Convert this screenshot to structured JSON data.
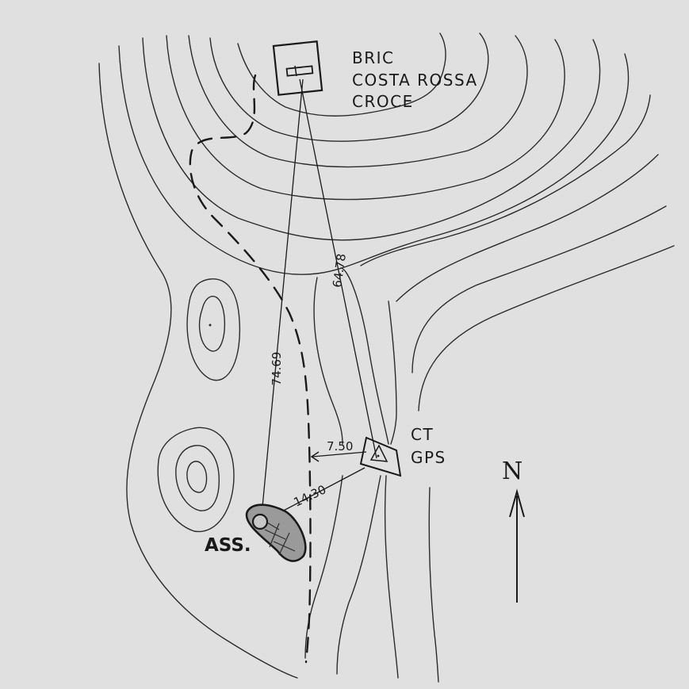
{
  "summit": {
    "lines": [
      "BRIC",
      "COSTA ROSSA",
      "CROCE"
    ],
    "icon": "cross-marker-icon"
  },
  "station": {
    "lines": [
      "CT",
      "GPS"
    ],
    "icon": "triangle-station-icon"
  },
  "rock": {
    "label": "ASS.",
    "icon": "rock-outcrop-icon"
  },
  "measurements": {
    "summit_to_rock": "74.69",
    "summit_to_station": "64.78",
    "station_to_path": "7.50",
    "station_to_rock": "14.30"
  },
  "north": {
    "label": "N",
    "icon": "north-arrow-icon"
  }
}
